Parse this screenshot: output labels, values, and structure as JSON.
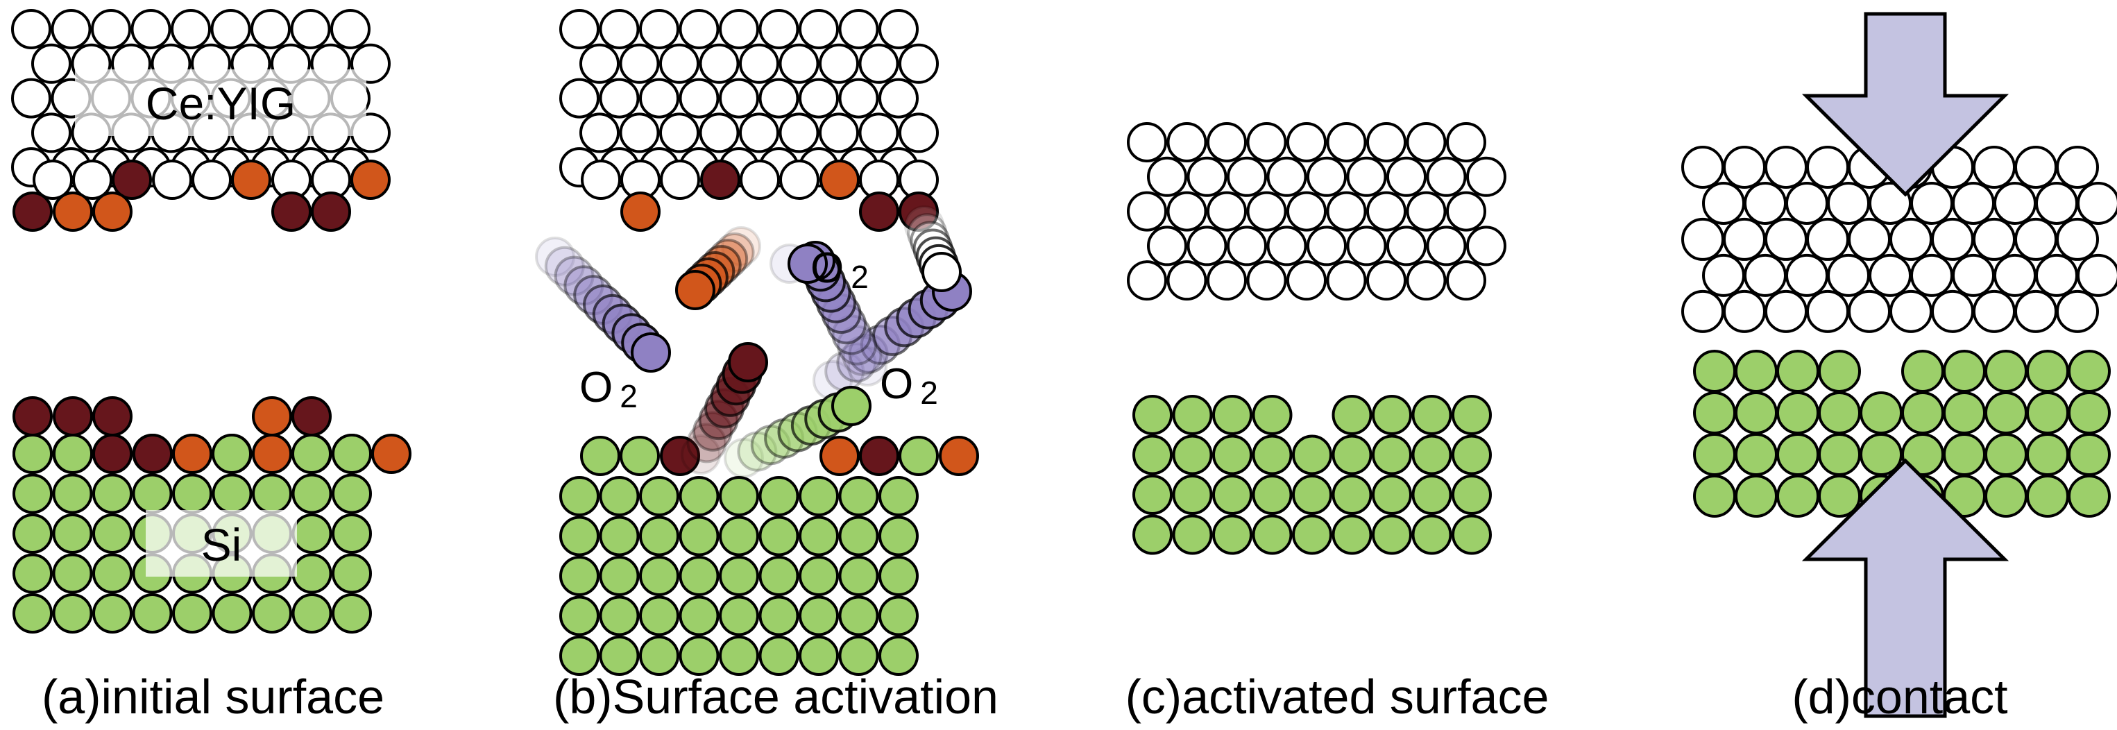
{
  "panels": {
    "a": {
      "caption": "(a)initial surface",
      "film_label": "Ce:YIG",
      "substrate_label": "Si"
    },
    "b": {
      "caption": "(b)Surface activation",
      "gas_labels": [
        "O",
        "O",
        "O"
      ],
      "gas_subscript": "2"
    },
    "c": {
      "caption": "(c)activated surface"
    },
    "d": {
      "caption": "(d)contact"
    }
  },
  "colors": {
    "film_atom": "#ffffff",
    "substrate_atom": "#9ccf6a",
    "contaminant_dark": "#66161c",
    "contaminant_orange": "#d1561b",
    "oxygen": "#8f81c3",
    "pressure_arrow": "#c4c3e1"
  }
}
